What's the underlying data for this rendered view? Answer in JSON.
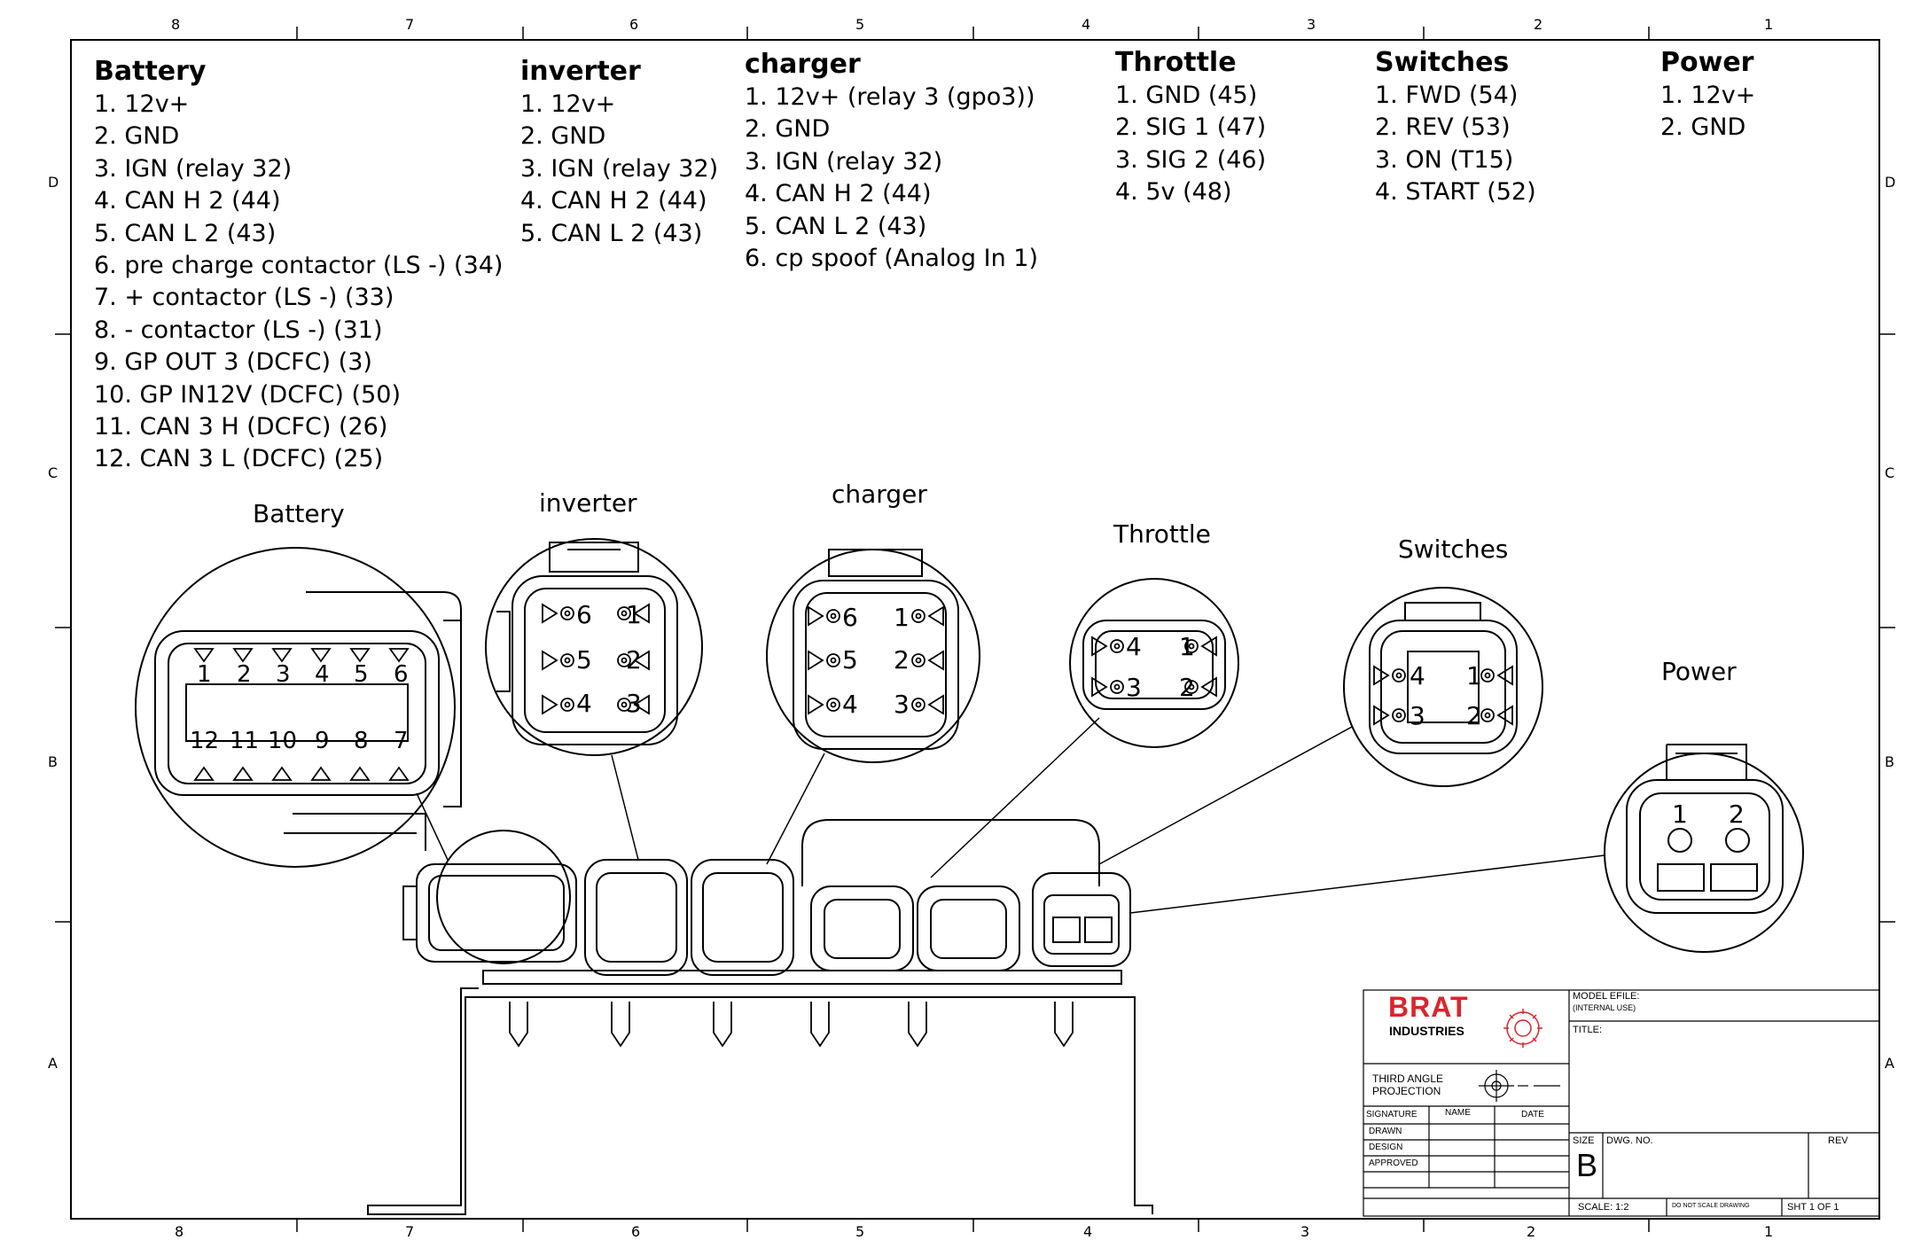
{
  "zones": {
    "columns": [
      "8",
      "7",
      "6",
      "5",
      "4",
      "3",
      "2",
      "1"
    ],
    "rows": [
      "D",
      "C",
      "B",
      "A"
    ]
  },
  "pin_lists": [
    {
      "id": "battery",
      "title": "Battery",
      "items": [
        "1. 12v+",
        "2. GND",
        "3. IGN (relay 32)",
        "4. CAN H 2 (44)",
        "5. CAN L 2 (43)",
        "6. pre charge contactor (LS -) (34)",
        "7. + contactor (LS -) (33)",
        "8. - contactor (LS -) (31)",
        "9. GP OUT 3 (DCFC) (3)",
        "10. GP IN12V (DCFC) (50)",
        "11. CAN 3 H (DCFC) (26)",
        "12. CAN 3 L (DCFC) (25)"
      ]
    },
    {
      "id": "inverter",
      "title": "inverter",
      "items": [
        "1. 12v+",
        "2. GND",
        "3. IGN (relay 32)",
        "4. CAN H 2 (44)",
        "5. CAN L 2 (43)"
      ]
    },
    {
      "id": "charger",
      "title": "charger",
      "items": [
        "1. 12v+ (relay 3 (gpo3))",
        "2. GND",
        "3. IGN (relay 32)",
        "4. CAN H 2 (44)",
        "5. CAN L 2 (43)",
        "6. cp spoof (Analog In  1)"
      ]
    },
    {
      "id": "throttle",
      "title": "Throttle",
      "items": [
        "1. GND (45)",
        "2. SIG 1 (47)",
        "3. SIG 2 (46)",
        "4. 5v (48)"
      ]
    },
    {
      "id": "switches",
      "title": "Switches",
      "items": [
        "1. FWD (54)",
        "2. REV (53)",
        "3. ON (T15)",
        "4. START (52)"
      ]
    },
    {
      "id": "power",
      "title": "Power",
      "items": [
        "1. 12v+",
        "2. GND"
      ]
    }
  ],
  "connector_labels": {
    "battery": "Battery",
    "inverter": "inverter",
    "charger": "charger",
    "throttle": "Throttle",
    "switches": "Switches",
    "power": "Power"
  },
  "pins": {
    "battery_top": [
      "1",
      "2",
      "3",
      "4",
      "5",
      "6"
    ],
    "battery_bottom": [
      "12",
      "11",
      "10",
      "9",
      "8",
      "7"
    ],
    "six_pin_left": [
      "6",
      "5",
      "4"
    ],
    "six_pin_right": [
      "1",
      "2",
      "3"
    ],
    "four_pin_left": [
      "4",
      "3"
    ],
    "four_pin_right": [
      "1",
      "2"
    ],
    "two_pin": [
      "1",
      "2"
    ]
  },
  "title_block": {
    "logo_line1": "BRAT",
    "logo_line2": "INDUSTRIES",
    "projection": "THIRD ANGLE PROJECTION",
    "model_efile": "MODEL EFILE:",
    "internal_use": "(INTERNAL USE)",
    "title": "TITLE:",
    "signature": "SIGNATURE",
    "name": "NAME",
    "date": "DATE",
    "drawn": "DRAWN",
    "design": "DESIGN",
    "approved": "APPROVED",
    "size_label": "SIZE",
    "size": "B",
    "dwg_no": "DWG. NO.",
    "rev": "REV",
    "scale": "SCALE: 1:2",
    "do_not_scale": "DO NOT SCALE DRAWING",
    "sheet": "SHT  1  OF  1"
  },
  "colors": {
    "line": "#000000",
    "logo": "#d9262c"
  }
}
